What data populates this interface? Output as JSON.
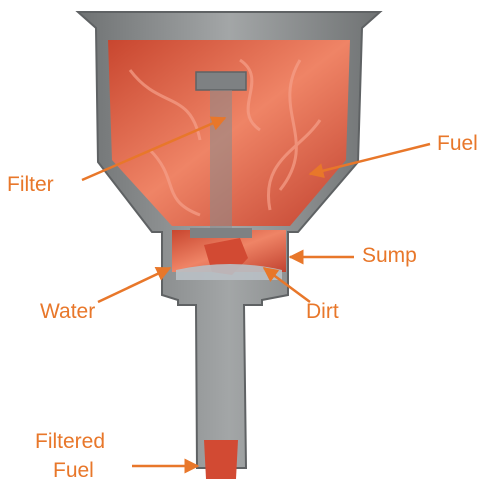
{
  "colors": {
    "label": "#e8772a",
    "arrow": "#e8772a",
    "metal": "#8d9091",
    "metal_dark": "#6b6e70",
    "fuel": "#d9553a",
    "fuel_light": "#f08a6a"
  },
  "labels": {
    "fuel": "Fuel",
    "filter": "Filter",
    "sump": "Sump",
    "water": "Water",
    "dirt": "Dirt",
    "filtered_line1": "Filtered",
    "filtered_line2": "Fuel"
  }
}
